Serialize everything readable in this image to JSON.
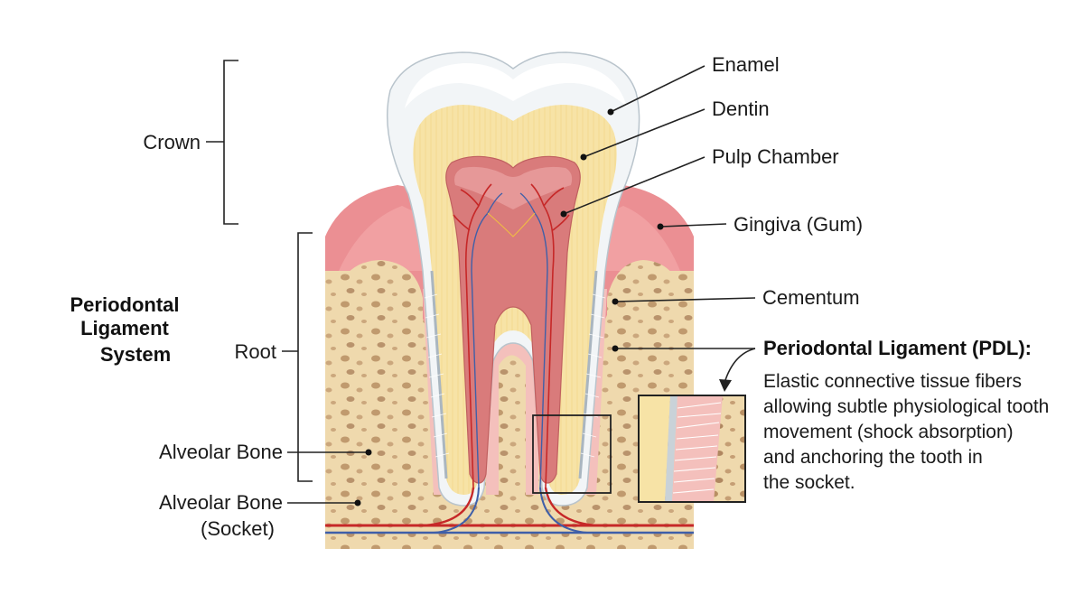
{
  "labels": {
    "enamel": "Enamel",
    "dentin": "Dentin",
    "pulp_chamber": "Pulp Chamber",
    "gingiva": "Gingiva (Gum)",
    "cementum": "Cementum",
    "crown": "Crown",
    "root": "Root",
    "alveolar_bone": "Alveolar Bone",
    "alveolar_socket_line1": "Alveolar Bone",
    "alveolar_socket_line2": "(Socket)"
  },
  "system_title": {
    "line1": "Periodontal",
    "line2": "Ligament",
    "line3": "System"
  },
  "pdl": {
    "title": "Periodontal Ligament (PDL):",
    "description": [
      "Elastic connective tissue fibers",
      "allowing subtle physiological tooth",
      "movement (shock absorption)",
      "and anchoring the tooth in",
      "the socket."
    ]
  },
  "colors": {
    "enamel": "#f2f5f7",
    "dentin": "#f7e3a6",
    "pulp": "#d97b7b",
    "gingiva": "#eb8f93",
    "bone": "#efd9ad",
    "bone_pore": "#b88f63",
    "pdl": "#f4c0bc",
    "artery": "#c62828",
    "vein": "#3f5fa8"
  }
}
